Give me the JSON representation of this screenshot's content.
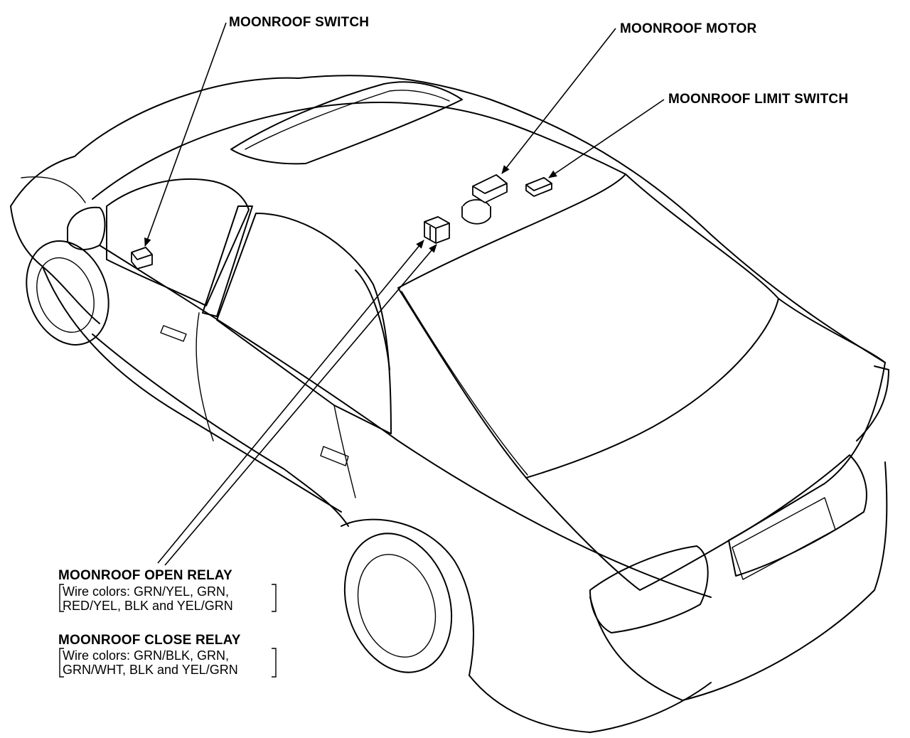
{
  "labels": {
    "moonroof_switch": "MOONROOF SWITCH",
    "moonroof_motor": "MOONROOF MOTOR",
    "moonroof_limit_switch": "MOONROOF LIMIT SWITCH",
    "open_relay": {
      "title": "MOONROOF OPEN RELAY",
      "line1": "Wire colors: GRN/YEL, GRN,",
      "line2": "RED/YEL, BLK and YEL/GRN"
    },
    "close_relay": {
      "title": "MOONROOF CLOSE RELAY",
      "line1": "Wire colors: GRN/BLK, GRN,",
      "line2": "GRN/WHT, BLK and YEL/GRN"
    }
  },
  "colors": {
    "line": "#000000",
    "background": "#ffffff"
  }
}
